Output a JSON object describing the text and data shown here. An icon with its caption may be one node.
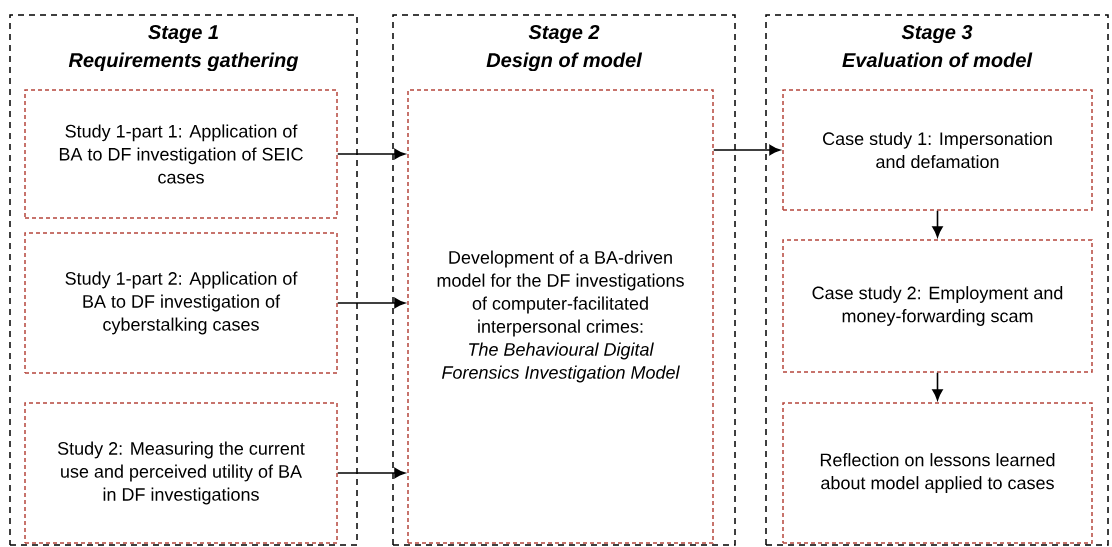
{
  "diagram": {
    "nodes": [
      {
        "text": [
          "Stage 1",
          "Requirements gathering"
        ]
      },
      {
        "text": [
          "Study 1-part 1: Application of BA to DF investigation of SEIC cases"
        ],
        "in": 0
      },
      {
        "text": [
          "Study 1-part 2: Application of BA to DF investigation of cyberstalking cases"
        ],
        "in": 0
      },
      {
        "text": [
          "Study 2: Measuring the current use and perceived utility of BA in DF investigations"
        ],
        "in": 0
      },
      {
        "text": [
          "Stage 2",
          "Design of model"
        ]
      },
      {
        "text": [
          "Development of a BA-driven model for the DF investigations of computer-facilitated interpersonal crimes:",
          "The Behavioural Digital Forensics Investigation Model"
        ],
        "in": 4
      },
      {
        "text": [
          "Stage 3",
          "Evaluation of model"
        ]
      },
      {
        "text": [
          "Case study 1: Impersonation and defamation"
        ],
        "in": 6
      },
      {
        "text": [
          "Case study 2: Employment and money-forwarding scam"
        ],
        "in": 6
      },
      {
        "text": [
          "Reflection on lessons learned about model applied to cases"
        ],
        "in": 6
      }
    ],
    "edges": [
      {
        "from": 1,
        "to": 5,
        "arrow": "to"
      },
      {
        "from": 2,
        "to": 5,
        "arrow": "to"
      },
      {
        "from": 3,
        "to": 5,
        "arrow": "to"
      },
      {
        "from": 5,
        "to": 7,
        "arrow": "to"
      },
      {
        "from": 7,
        "to": 8,
        "arrow": "to"
      },
      {
        "from": 8,
        "to": 9,
        "arrow": "to"
      }
    ]
  }
}
